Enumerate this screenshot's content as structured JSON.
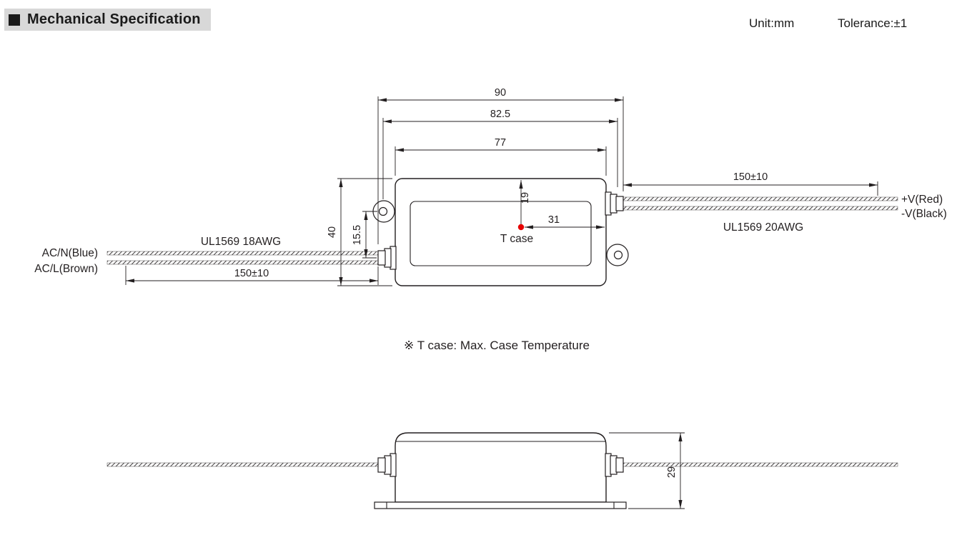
{
  "header": {
    "title": "Mechanical Specification",
    "unit": "Unit:mm",
    "tolerance": "Tolerance:±1"
  },
  "colors": {
    "line": "#231f20",
    "tcase_dot": "#e60000"
  },
  "top_view": {
    "dim_overall_width": "90",
    "dim_hole_spacing": "82.5",
    "dim_body_width": "77",
    "dim_body_height": "40",
    "dim_wire_offset": "15.5",
    "dim_tcase_from_top": "19",
    "dim_tcase_from_right": "31",
    "dim_input_wire_length": "150±10",
    "dim_output_wire_length": "150±10",
    "label_input_wire": "UL1569 18AWG",
    "label_output_wire": "UL1569 20AWG",
    "label_ac_n": "AC/N(Blue)",
    "label_ac_l": "AC/L(Brown)",
    "label_v_plus": "+V(Red)",
    "label_v_minus": "-V(Black)",
    "label_tcase": "T case"
  },
  "note": "※ T case: Max. Case Temperature",
  "side_view": {
    "dim_height": "29"
  }
}
